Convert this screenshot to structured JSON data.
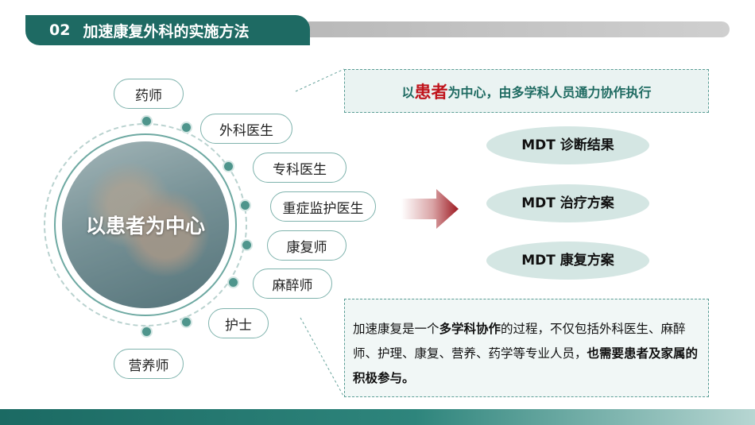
{
  "header": {
    "number": "02",
    "title": "加速康复外科的实施方法"
  },
  "center": {
    "label": "以患者为中心"
  },
  "roles": [
    "药师",
    "外科医生",
    "专科医生",
    "重症监护医生",
    "康复师",
    "麻醉师",
    "护士",
    "营养师"
  ],
  "top_box": {
    "prefix": "以",
    "highlight": "患者",
    "suffix": "为中心，由多学科人员通力协作执行"
  },
  "mdt_items": [
    "MDT 诊断结果",
    "MDT 治疗方案",
    "MDT 康复方案"
  ],
  "bottom_box": {
    "part1": "加速康复是一个",
    "bold1": "多学科协作",
    "part2": "的过程，不仅包括外科医生、麻醉师、护理、康复、营养、药学等专业人员，",
    "bold2": "也需要患者及家属的积极参与。"
  },
  "colors": {
    "primary": "#1e6a63",
    "accent_red": "#c0141c",
    "dot": "#4e958c",
    "mdt_fill": "#d4e6e3"
  }
}
